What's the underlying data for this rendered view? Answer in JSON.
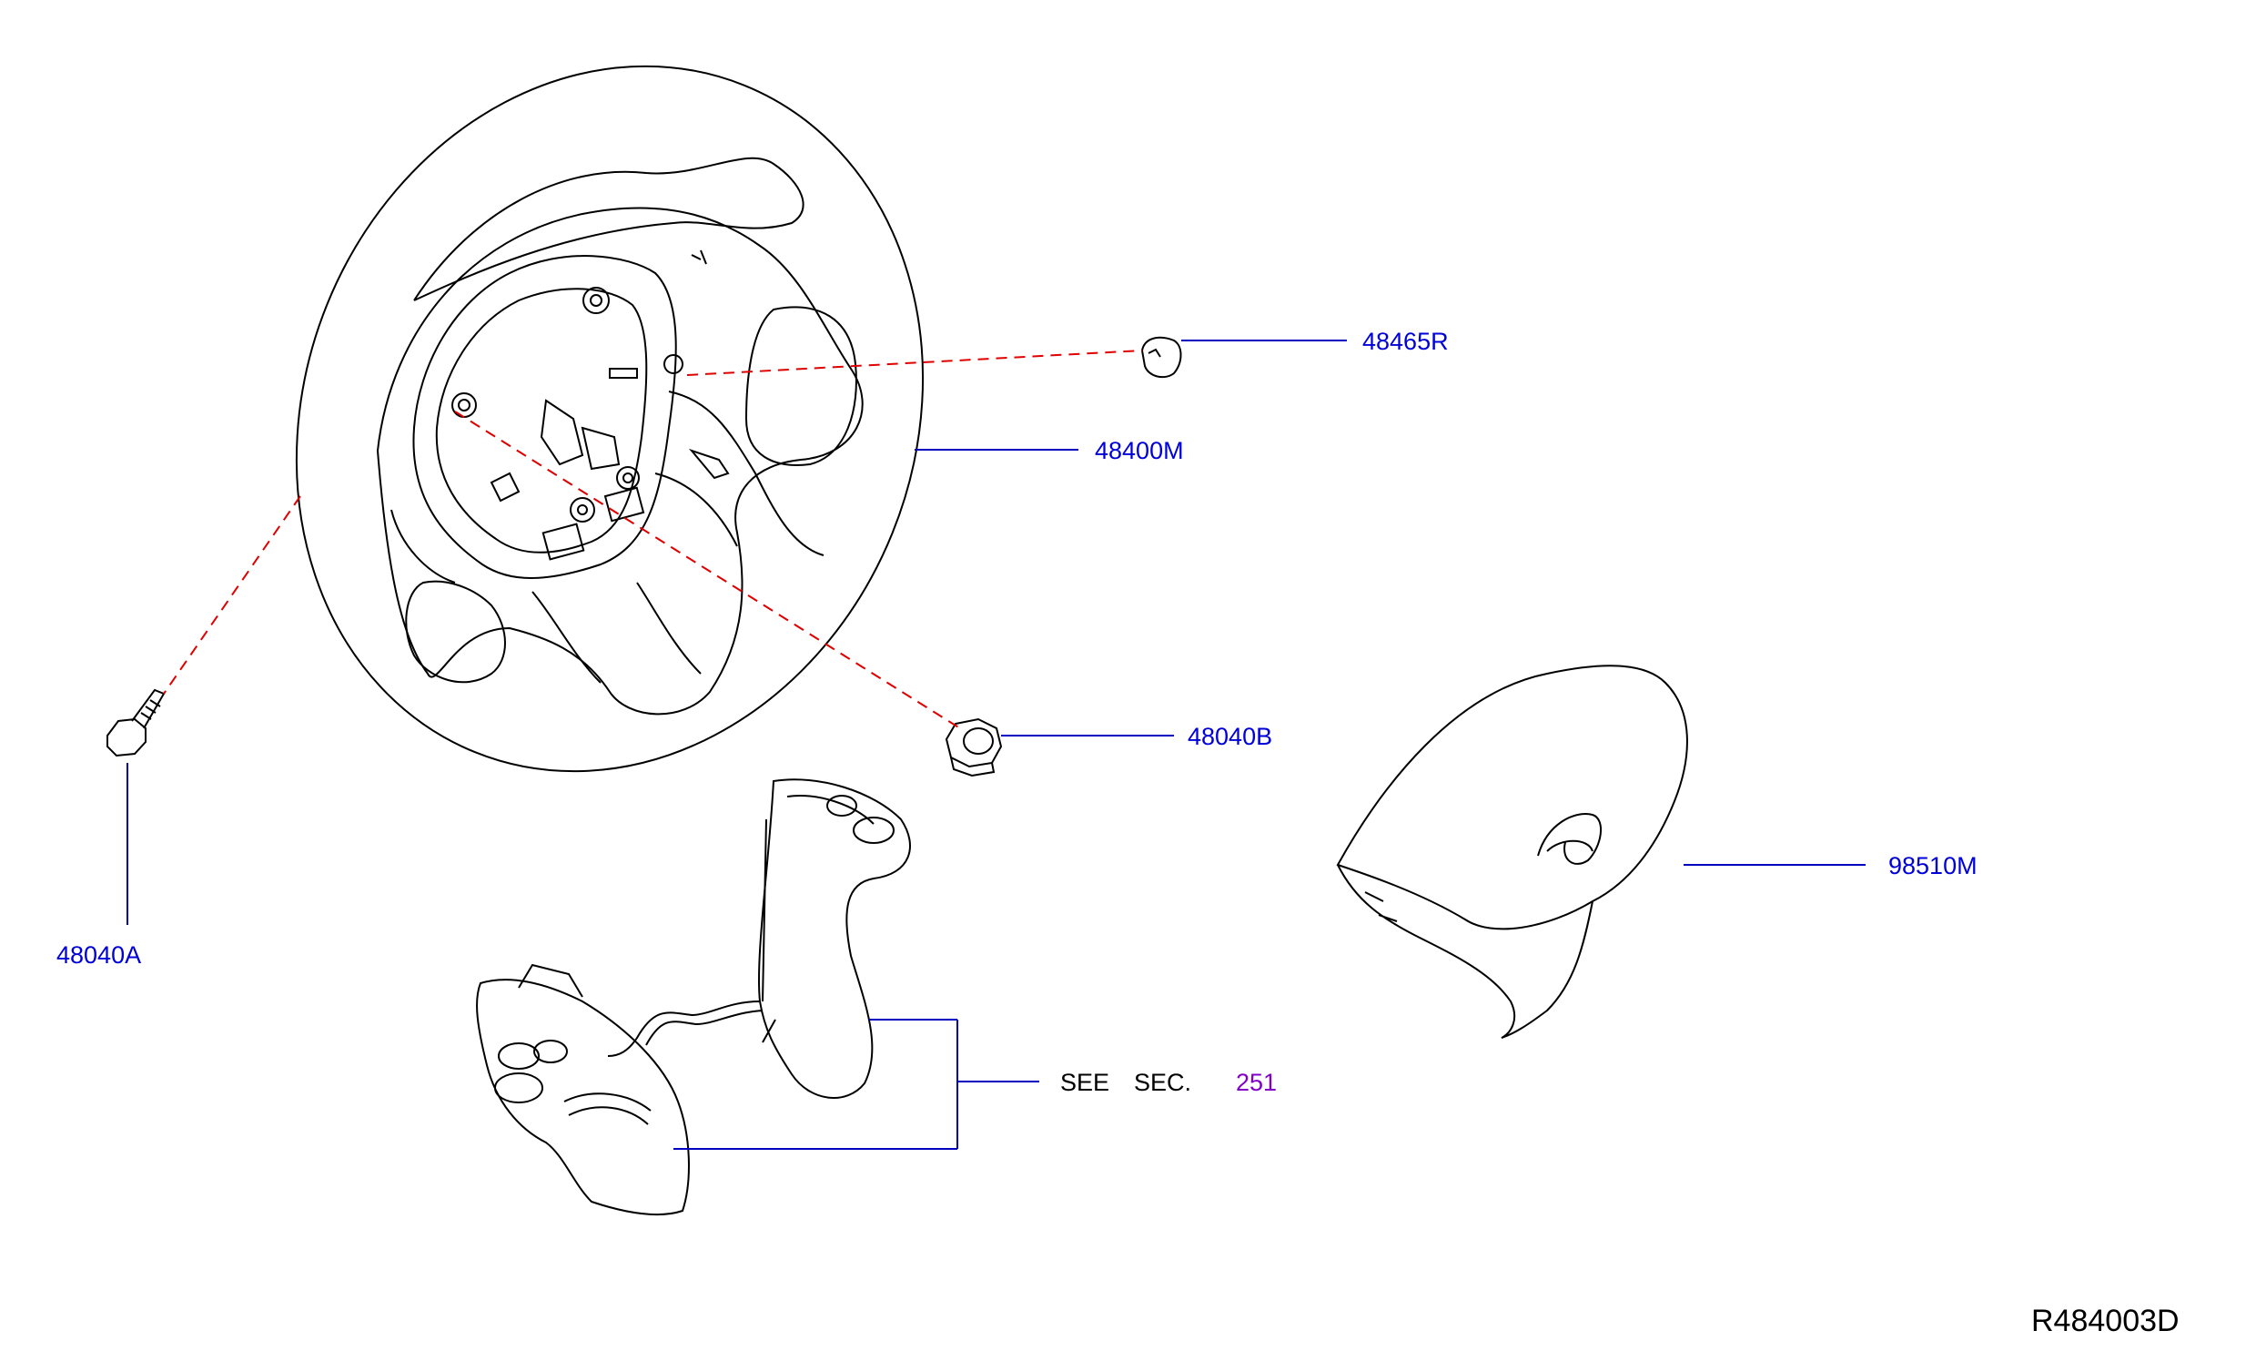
{
  "colors": {
    "line": "#000000",
    "leader": "#0000c0",
    "hidden_line": "#e00000",
    "part_label": "#0000d8",
    "section_link": "#8000c8"
  },
  "parts": {
    "nut_cap": {
      "label": "48465R",
      "icon": "cap-plug-icon"
    },
    "steering_wheel": {
      "label": "48400M",
      "icon": "steering-wheel-icon"
    },
    "bolt": {
      "label": "48040A",
      "icon": "bolt-icon"
    },
    "nut": {
      "label": "48040B",
      "icon": "hex-nut-icon"
    },
    "airbag_module": {
      "label": "98510M",
      "icon": "airbag-icon"
    },
    "switch_assembly": {
      "see": "SEE",
      "sec": "SEC.",
      "section_number": "251",
      "icon": "steering-switch-icon"
    }
  },
  "drawing_ref": "R484003D"
}
